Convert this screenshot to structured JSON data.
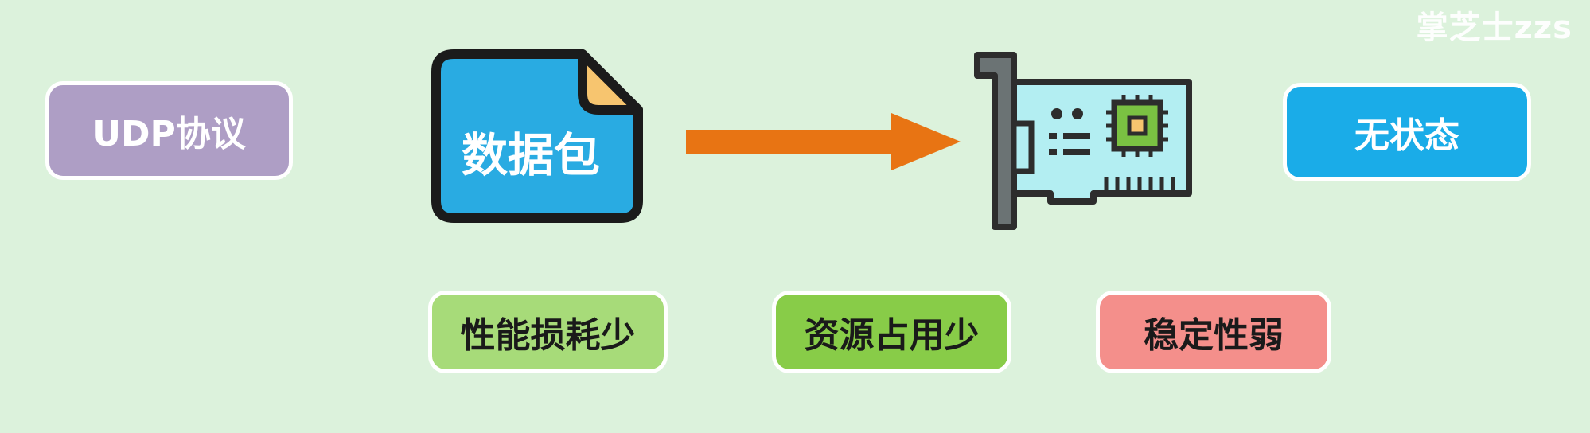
{
  "watermark": "掌芝士zzs",
  "labels": {
    "udp": "UDP协议",
    "packet": "数据包",
    "stateless": "无状态",
    "low_overhead": "性能损耗少",
    "low_resource": "资源占用少",
    "weak_stability": "稳定性弱"
  },
  "colors": {
    "background": "#dcf2dc",
    "udp_tag": "#ae9ec5",
    "stateless_tag": "#1aace8",
    "low_overhead_tag": "#a7db79",
    "low_resource_tag": "#88cc48",
    "weak_stability_tag": "#f48f8b",
    "packet_fill": "#29abe2",
    "arrow": "#e87413",
    "card_fill": "#b3eef2"
  },
  "icons": {
    "packet": "document-icon",
    "arrow": "right-arrow-icon",
    "card": "network-card-icon"
  }
}
